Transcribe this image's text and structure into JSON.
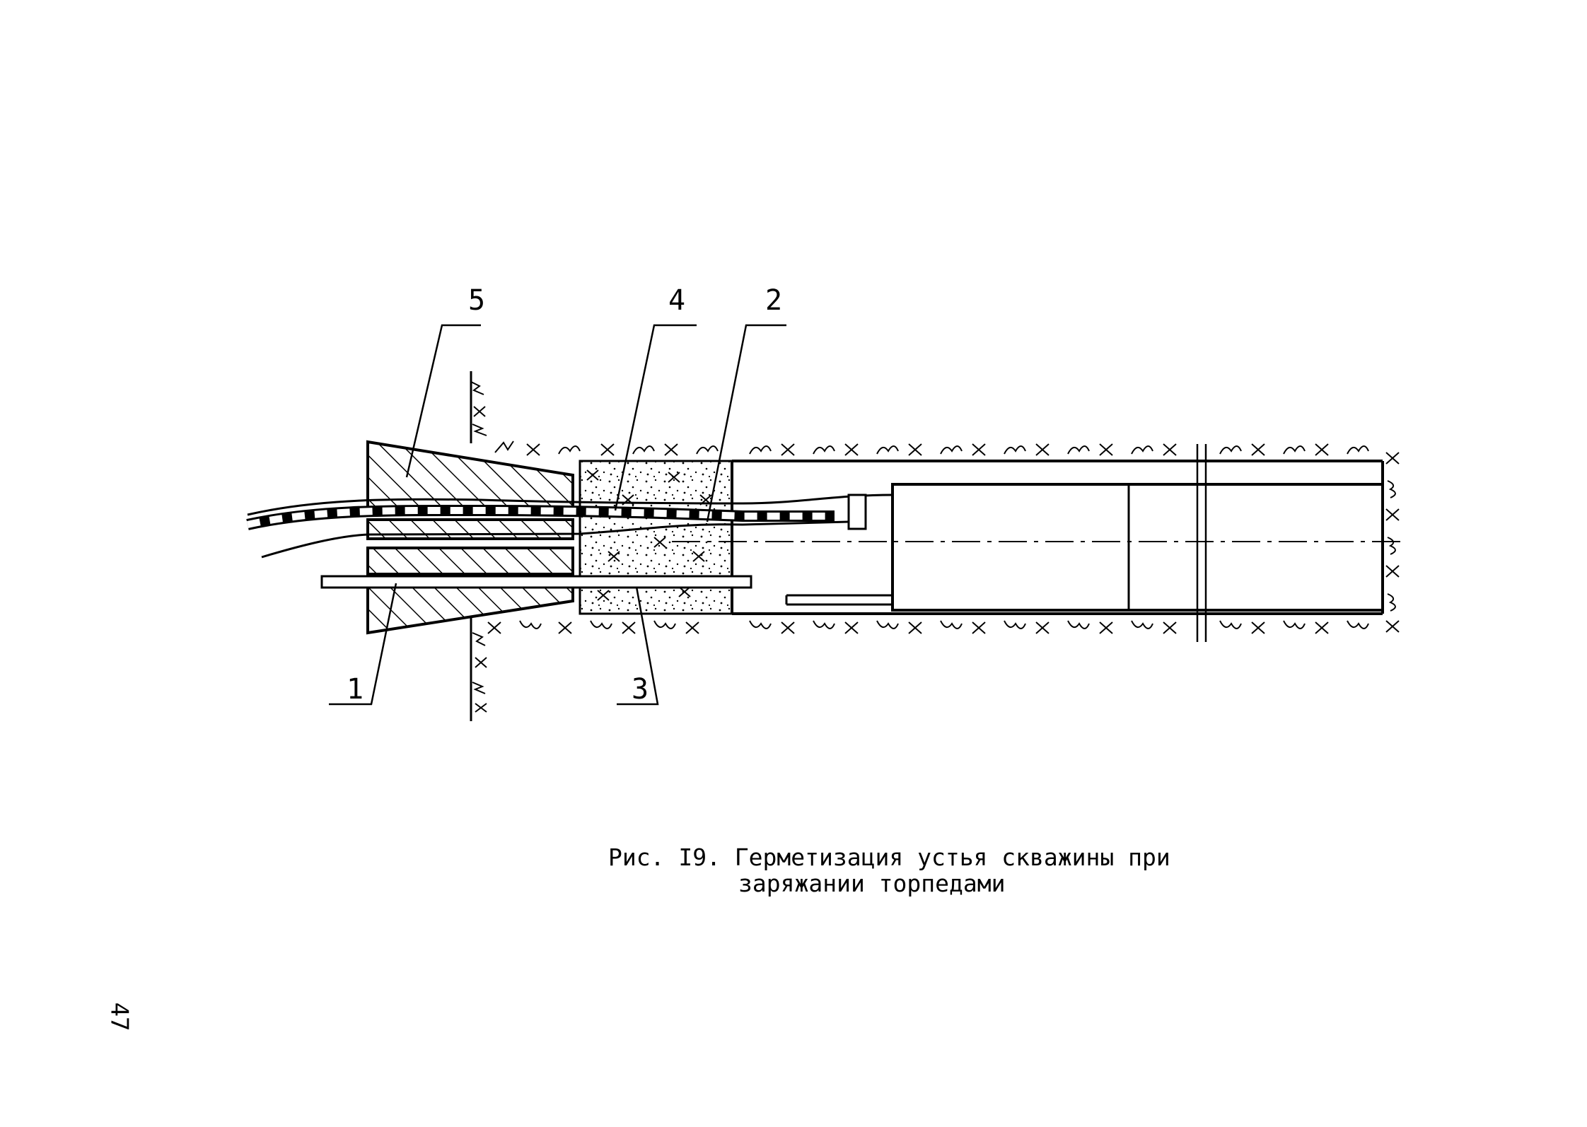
{
  "figure": {
    "callouts": [
      {
        "id": "1",
        "label": "1"
      },
      {
        "id": "2",
        "label": "2"
      },
      {
        "id": "3",
        "label": "3"
      },
      {
        "id": "4",
        "label": "4"
      },
      {
        "id": "5",
        "label": "5"
      }
    ],
    "caption_line1": "Рис. I9. Герметизация устья скважины при",
    "caption_line2": "заряжании торпедами"
  },
  "page": {
    "number": "47"
  },
  "colors": {
    "ink": "#000000",
    "paper": "#ffffff"
  }
}
